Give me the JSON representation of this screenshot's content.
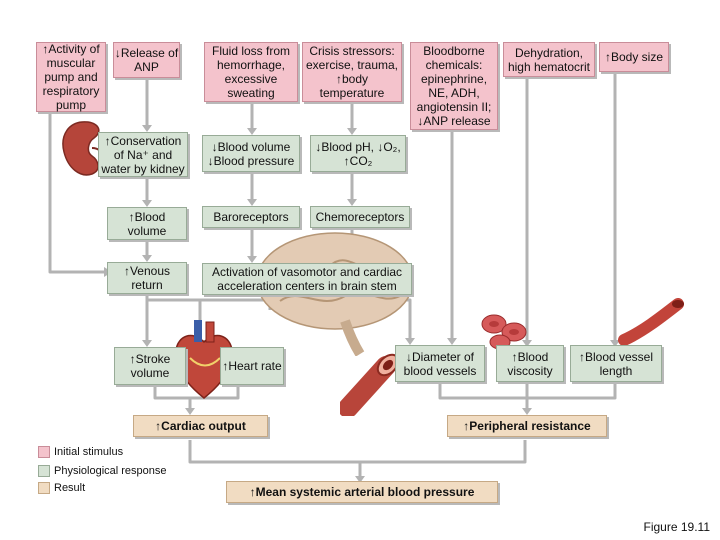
{
  "boxes": {
    "muscular_pump": "↑Activity of muscular pump and respiratory pump",
    "release_anp": "↓Release of ANP",
    "fluid_loss": "Fluid loss from hemorrhage, excessive sweating",
    "crisis_stressors": "Crisis stressors: exercise, trauma, ↑body temperature",
    "bloodborne": "Bloodborne chemicals: epinephrine, NE, ADH, angiotensin II; ↓ANP release",
    "dehydration": "Dehydration, high hematocrit",
    "body_size": "↑Body size",
    "conservation": "↑Conservation of Na⁺ and water by kidney",
    "blood_volume_pressure": "↓Blood volume ↓Blood pressure",
    "blood_ph": "↓Blood pH, ↓O₂, ↑CO₂",
    "blood_volume_up": "↑Blood volume",
    "baroreceptors": "Baroreceptors",
    "chemoreceptors": "Chemoreceptors",
    "venous_return": "↑Venous return",
    "activation": "Activation of vasomotor and cardiac acceleration centers in brain stem",
    "stroke_volume": "↑Stroke volume",
    "heart_rate": "↑Heart rate",
    "diameter": "↓Diameter of blood vessels",
    "viscosity": "↑Blood viscosity",
    "vessel_length": "↑Blood vessel length",
    "cardiac_output": "↑Cardiac output",
    "peripheral_resistance": "↑Peripheral resistance",
    "mean_pressure": "↑Mean systemic arterial blood pressure"
  },
  "legend": {
    "initial": "Initial stimulus",
    "physiological": "Physiological response",
    "result": "Result"
  },
  "caption": "Figure 19.11",
  "colors": {
    "initial_stimulus": "#f4c3cc",
    "physiological_response": "#d6e3d5",
    "result": "#f1dcc2",
    "connector": "#b3b3b3"
  }
}
